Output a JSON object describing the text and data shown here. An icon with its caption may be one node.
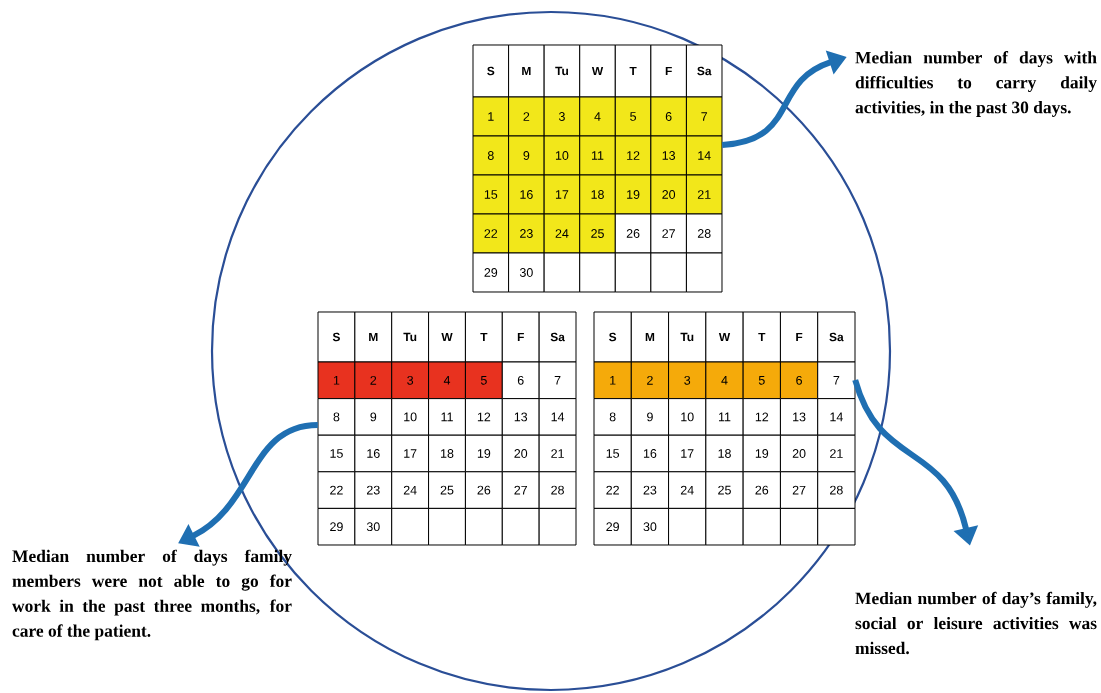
{
  "diagram": {
    "nodes": [
      {
        "text": [
          "S",
          "M",
          "Tu",
          "W",
          "T",
          "F",
          "Sa",
          "1",
          "2",
          "3",
          "4",
          "5",
          "6",
          "7",
          "8",
          "9",
          "10",
          "11",
          "12",
          "13",
          "14",
          "15",
          "16",
          "17",
          "18",
          "19",
          "20",
          "21",
          "22",
          "23",
          "24",
          "25",
          "26",
          "27",
          "28",
          "29",
          "30"
        ]
      },
      {
        "text": [
          "Median number of days with difficulties to carry daily activities, in the past 30 days."
        ]
      },
      {
        "text": [
          "S",
          "M",
          "Tu",
          "W",
          "T",
          "F",
          "Sa",
          "1",
          "2",
          "3",
          "4",
          "5",
          "6",
          "7",
          "8",
          "9",
          "10",
          "11",
          "12",
          "13",
          "14",
          "15",
          "16",
          "17",
          "18",
          "19",
          "20",
          "21",
          "22",
          "23",
          "24",
          "25",
          "26",
          "27",
          "28",
          "29",
          "30"
        ]
      },
      {
        "text": [
          "Median number of days family members were not able to go for work in the past three months, for care of the patient."
        ]
      },
      {
        "text": [
          "S",
          "M",
          "Tu",
          "W",
          "T",
          "F",
          "Sa",
          "1",
          "2",
          "3",
          "4",
          "5",
          "6",
          "7",
          "8",
          "9",
          "10",
          "11",
          "12",
          "13",
          "14",
          "15",
          "16",
          "17",
          "18",
          "19",
          "20",
          "21",
          "22",
          "23",
          "24",
          "25",
          "26",
          "27",
          "28",
          "29",
          "30"
        ]
      },
      {
        "text": [
          "Median number of day’s family, social or leisure activities was missed."
        ]
      }
    ],
    "edges": [
      {
        "from": 0,
        "to": 1,
        "arrow": "to"
      },
      {
        "from": 2,
        "to": 3,
        "arrow": "to"
      },
      {
        "from": 4,
        "to": 5,
        "arrow": "to"
      }
    ]
  }
}
